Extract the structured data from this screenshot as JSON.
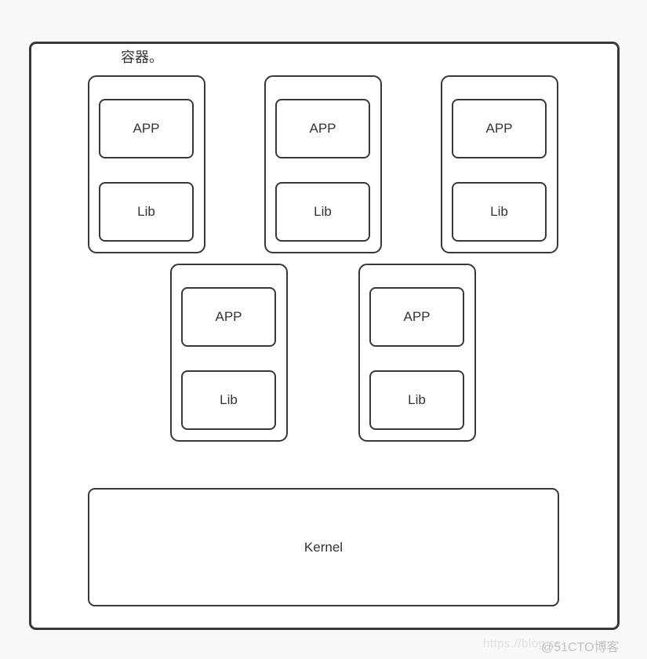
{
  "diagram": {
    "title_label": "容器。",
    "containers": [
      {
        "app_label": "APP",
        "lib_label": "Lib"
      },
      {
        "app_label": "APP",
        "lib_label": "Lib"
      },
      {
        "app_label": "APP",
        "lib_label": "Lib"
      },
      {
        "app_label": "APP",
        "lib_label": "Lib"
      },
      {
        "app_label": "APP",
        "lib_label": "Lib"
      }
    ],
    "kernel_label": "Kernel",
    "colors": {
      "border": "#383838",
      "text": "#333333",
      "page_bg": "#f8f8f8",
      "box_bg": "#ffffff"
    }
  },
  "watermark": {
    "url_text": "https://blog.cs",
    "site_text": "@51CTO博客"
  }
}
